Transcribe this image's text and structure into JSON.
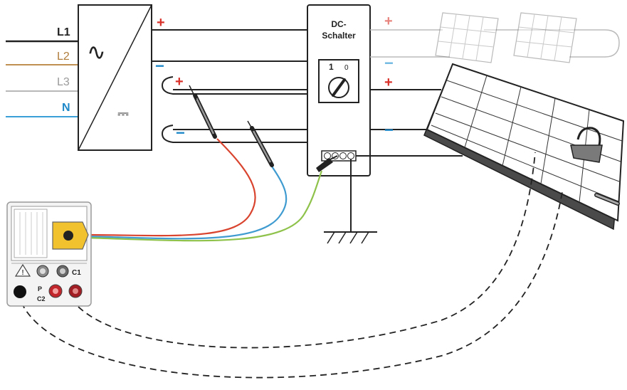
{
  "phases": {
    "l1": "L1",
    "l2": "L2",
    "l3": "L3",
    "n": "N"
  },
  "inverter": {
    "ac_symbol": "∿",
    "dc_symbol": "⎓"
  },
  "polarity": {
    "plus": "+",
    "minus": "−"
  },
  "dc_switch": {
    "title_line1": "DC-",
    "title_line2": "Schalter",
    "on_label": "1",
    "off_label": "0"
  },
  "tester": {
    "warning_symbol": "!",
    "c1_label": "C1",
    "p_label": "P",
    "c2_label": "C2"
  },
  "colors": {
    "l1": "#222222",
    "l2": "#b07c3a",
    "l3": "#9a9a9a",
    "n": "#1e88c8",
    "plus": "#d9302a",
    "minus": "#1e88c8",
    "lead_red": "#d9442f",
    "lead_blue": "#3f9bd0",
    "lead_green": "#8ec24a",
    "probe_yellow": "#f2c12e"
  }
}
